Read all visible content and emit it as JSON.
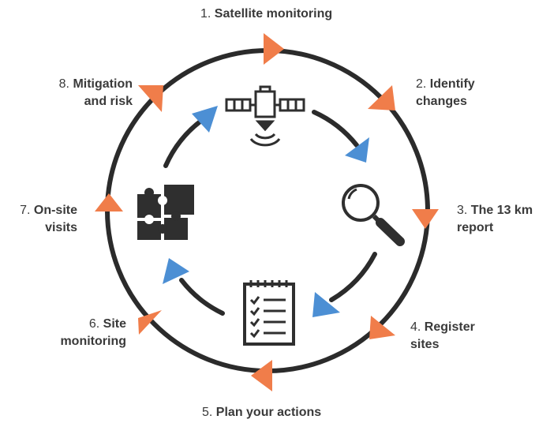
{
  "steps": [
    {
      "num": "1.",
      "line1": "Satellite monitoring",
      "line2": ""
    },
    {
      "num": "2.",
      "line1": "Identify",
      "line2": "changes"
    },
    {
      "num": "3.",
      "line1": "The 13 km",
      "line2": "report"
    },
    {
      "num": "4.",
      "line1": "Register",
      "line2": "sites"
    },
    {
      "num": "5.",
      "line1": "Plan your actions",
      "line2": ""
    },
    {
      "num": "6.",
      "line1": "Site",
      "line2": "monitoring"
    },
    {
      "num": "7.",
      "line1": "On-site",
      "line2": "visits"
    },
    {
      "num": "8.",
      "line1": "Mitigation",
      "line2": "and risk"
    }
  ],
  "colors": {
    "outer_ring": "#2b2b2b",
    "outer_arrow": "#f07d4a",
    "inner_arrow": "#4c8fd4",
    "icon": "#2f2f2f"
  },
  "icons": [
    "satellite-icon",
    "magnifying-glass-icon",
    "checklist-icon",
    "puzzle-icon"
  ]
}
